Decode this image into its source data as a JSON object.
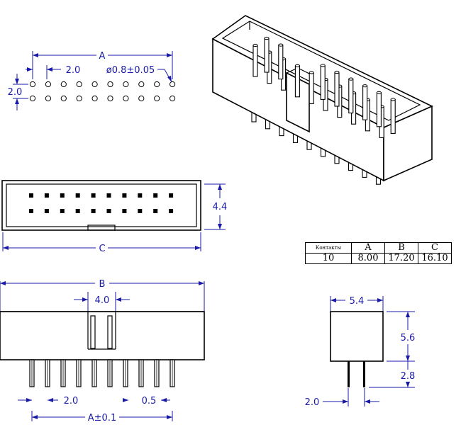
{
  "dims": {
    "pitch_label": "2.0",
    "pin_diam": "ø0.8±0.05",
    "row_pitch": "2.0",
    "a": "A",
    "b": "B",
    "c": "C",
    "height_44": "4.4",
    "key_40": "4.0",
    "pitch_front": "2.0",
    "pin_width": "0.5",
    "a_tol": "A±0.1",
    "side_54": "5.4",
    "side_56": "5.6",
    "side_28": "2.8",
    "side_20": "2.0"
  },
  "table": {
    "header": [
      "Контакты",
      "A",
      "B",
      "C"
    ],
    "row": [
      "10",
      "8.00",
      "17.20",
      "16.10"
    ]
  }
}
